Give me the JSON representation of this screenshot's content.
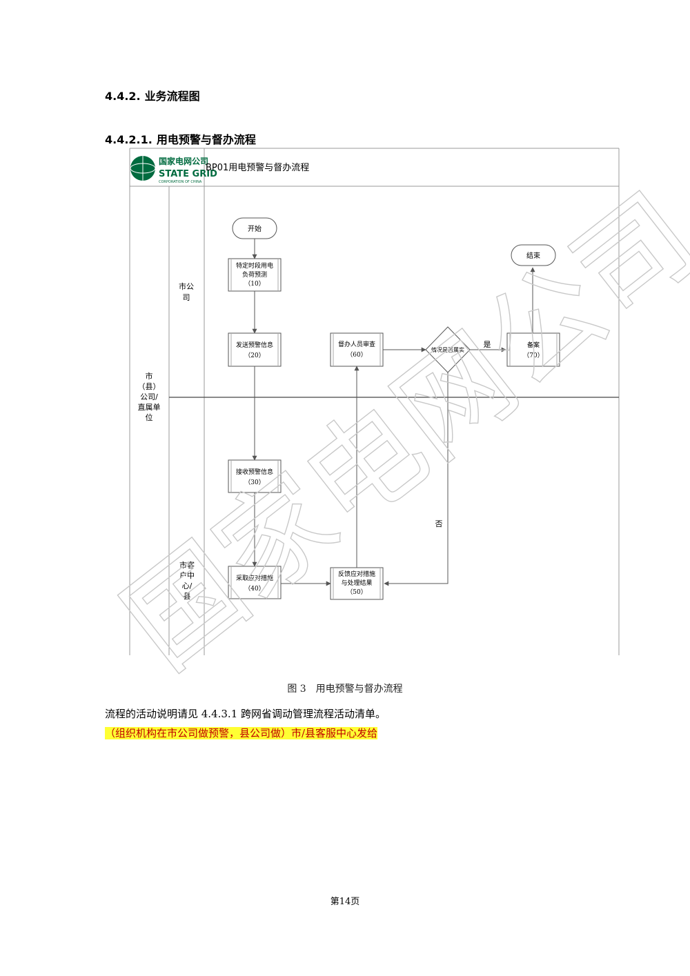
{
  "section": {
    "number": "4.4.2.",
    "title": "业务流程图"
  },
  "subsection": {
    "number": "4.4.2.1.",
    "title": "用电预警与督办流程"
  },
  "logo": {
    "cn": "国家电网公司",
    "en": "STATE GRID",
    "sub": "CORPORATION OF CHINA"
  },
  "diagram": {
    "title": "BP01用电预警与督办流程",
    "pool_label": [
      "市",
      "（县）",
      "公司/",
      "直属单",
      "位"
    ],
    "lanes": [
      {
        "label": [
          "市公",
          "司"
        ]
      },
      {
        "label": [
          "市客",
          "户中",
          "心/",
          "县"
        ]
      }
    ],
    "start": "开始",
    "end": "结束",
    "tasks": {
      "t10": [
        "特定时段用电",
        "负荷预测",
        "（10）"
      ],
      "t20": [
        "发送预警信息",
        "（20）"
      ],
      "t30": [
        "接收预警信息",
        "（30）"
      ],
      "t40": [
        "采取应对措施",
        "（40）"
      ],
      "t50": [
        "反馈应对措施",
        "与处理结果",
        "（50）"
      ],
      "t60": [
        "督办人员审查",
        "（60）"
      ],
      "t70": [
        "备案",
        "（70）"
      ]
    },
    "decision": "情况是否属实",
    "yes_label": "是",
    "no_label": "否",
    "watermark": "国家电网公司"
  },
  "figure": {
    "label": "图 3",
    "title": "用电预警与督办流程"
  },
  "body_text": "流程的活动说明请见 4.4.3.1 跨网省调动管理流程活动清单。",
  "note_text": "（组织机构在市公司做预警，县公司做）市/县客服中心发给",
  "page_footer": "第14页",
  "colors": {
    "highlight_bg": "#ffff33",
    "highlight_text": "#c00000",
    "logo_green": "#006b3f",
    "line": "#666666"
  }
}
